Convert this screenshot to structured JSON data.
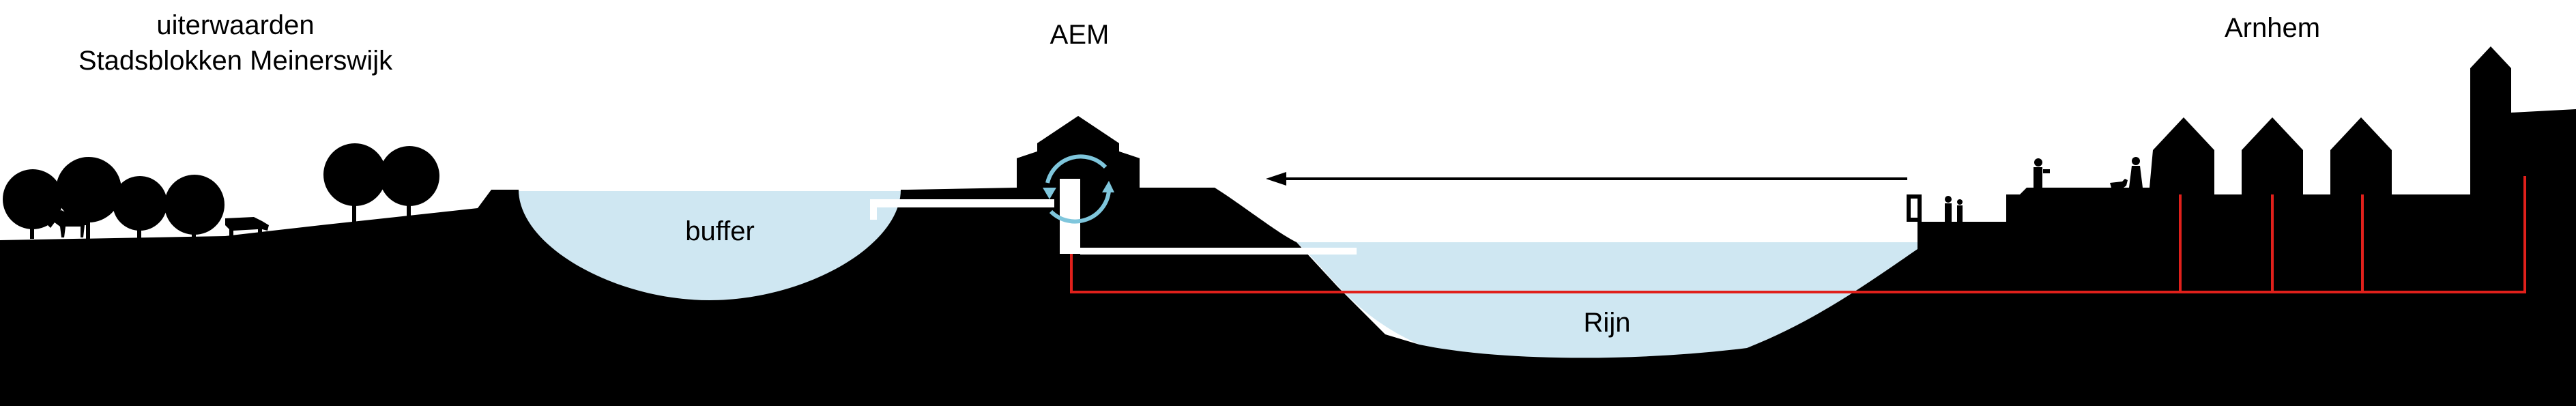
{
  "labels": {
    "floodplain_line1": "uiterwaarden",
    "floodplain_line2": "Stadsblokken Meinerswijk",
    "plant": "AEM",
    "city": "Arnhem",
    "buffer": "buffer",
    "river": "Rijn"
  },
  "colors": {
    "ground": "#000000",
    "water": "#cfe7f2",
    "pipe_red": "#e0201b",
    "cycle_arrow": "#7fc6dc",
    "pipe_white": "#ffffff"
  },
  "icons": [
    "tree-icon",
    "horse-icon",
    "cow-icon",
    "person-icon",
    "dog-icon",
    "door-icon",
    "flow-arrow-icon",
    "circulation-arrows-icon"
  ]
}
